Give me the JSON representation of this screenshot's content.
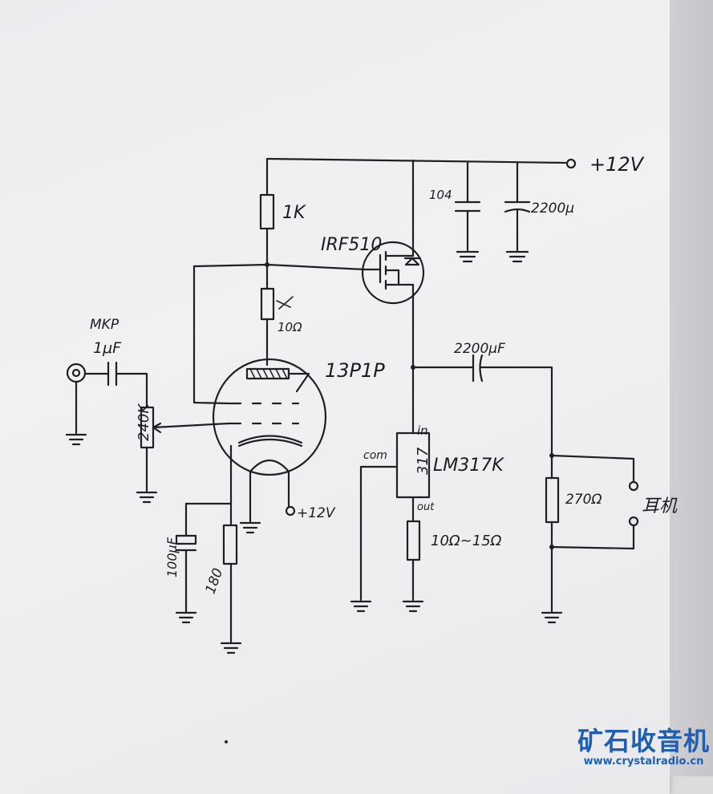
{
  "labels": {
    "supply_top": "+12V",
    "r_plate": "1K",
    "mosfet": "IRF510",
    "r_gate": "10Ω",
    "cap_104": "104",
    "cap_2200u": "2200μ",
    "input_cap_type": "MKP",
    "input_cap_value": "1μF",
    "pot": "240K",
    "tube": "13P1P",
    "out_cap": "2200μF",
    "regulator_body": "317",
    "regulator": "LM317K",
    "pin_in": "in",
    "pin_com": "com",
    "pin_out": "out",
    "r_reg": "10Ω~15Ω",
    "r_load": "270Ω",
    "headphone": "耳机",
    "heater_supply": "+12V",
    "cathode_cap": "100μF",
    "cathode_res": "180"
  },
  "watermark": {
    "name": "矿石收音机",
    "url": "www.crystalradio.cn"
  }
}
